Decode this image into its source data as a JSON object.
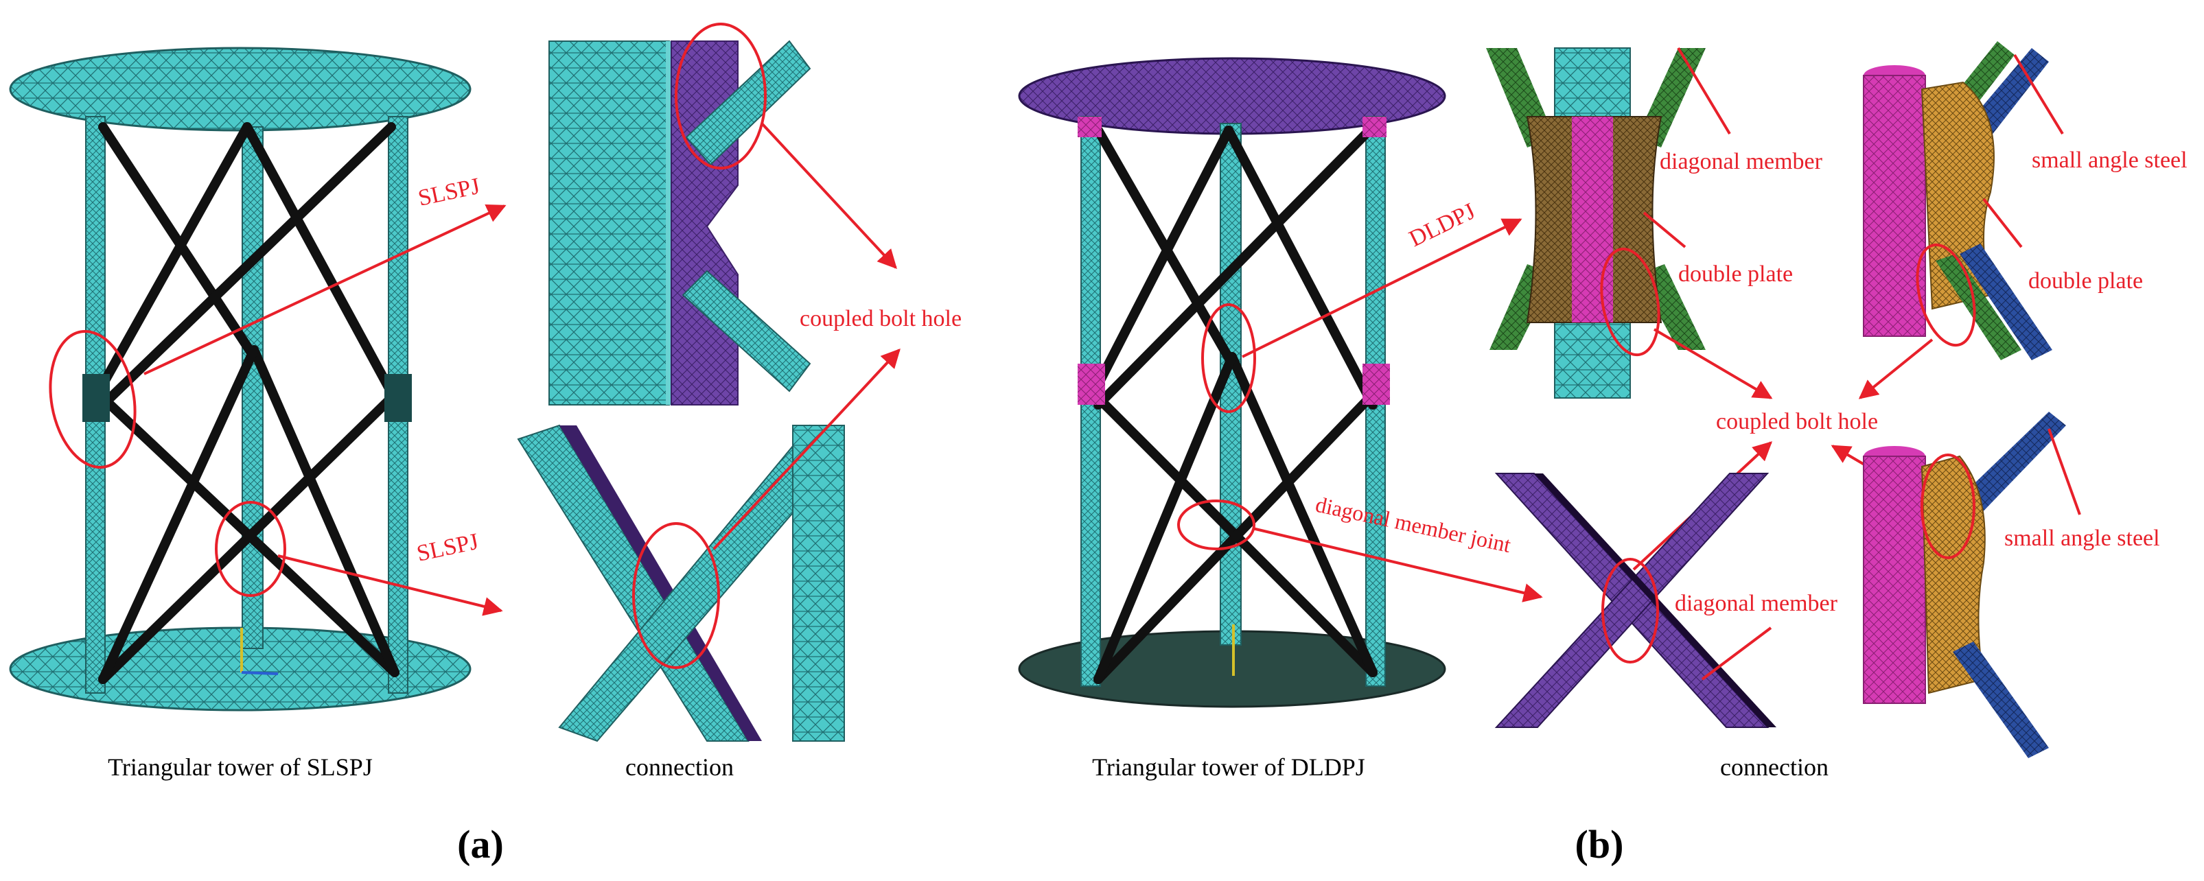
{
  "colors": {
    "annotation": "#e8202a",
    "cyan_mesh": "#4cc9c9",
    "purple_mesh": "#6e45a8",
    "magenta_mesh": "#d63bb4",
    "orange_mesh": "#d49a3a",
    "green_mesh": "#3e8a3c",
    "blue_mesh": "#2b4fa0",
    "black_member": "#111111"
  },
  "panel_a": {
    "panel_label": "(a)",
    "tower_caption": "Triangular tower of SLSPJ",
    "connection_caption": "connection",
    "labels": {
      "joint_upper": "SLSPJ",
      "joint_lower": "SLSPJ",
      "bolt_hole": "coupled bolt hole"
    }
  },
  "panel_b": {
    "panel_label": "(b)",
    "tower_caption": "Triangular tower of DLDPJ",
    "connection_caption": "connection",
    "labels": {
      "joint": "DLDPJ",
      "diagonal_member_joint": "diagonal member joint",
      "diagonal_member_top": "diagonal member",
      "double_plate_left": "double plate",
      "small_angle_steel_top": "small angle steel",
      "double_plate_right": "double plate",
      "bolt_hole": "coupled bolt hole",
      "small_angle_steel_bottom": "small angle steel",
      "diagonal_member_bottom": "diagonal member"
    }
  }
}
